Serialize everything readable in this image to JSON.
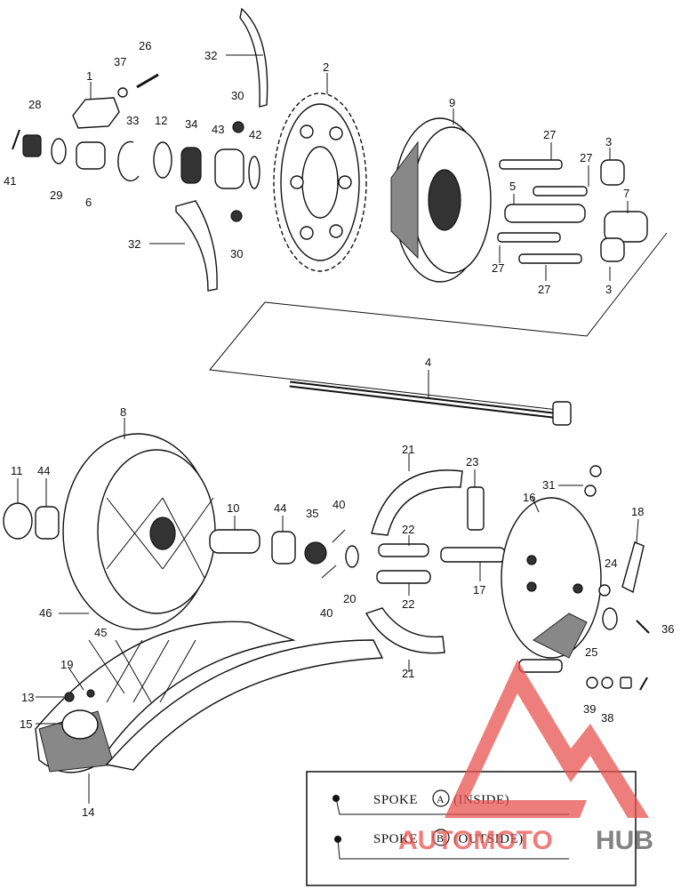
{
  "callouts": {
    "c1": "1",
    "c2": "2",
    "c3a": "3",
    "c3b": "3",
    "c4": "4",
    "c5": "5",
    "c6": "6",
    "c7": "7",
    "c8": "8",
    "c9": "9",
    "c10": "10",
    "c11": "11",
    "c12": "12",
    "c13": "13",
    "c14": "14",
    "c15": "15",
    "c16": "16",
    "c17": "17",
    "c18": "18",
    "c19": "19",
    "c20": "20",
    "c21a": "21",
    "c21b": "21",
    "c22a": "22",
    "c22b": "22",
    "c23": "23",
    "c24": "24",
    "c25": "25",
    "c26": "26",
    "c27a": "27",
    "c27b": "27",
    "c27c": "27",
    "c27d": "27",
    "c28": "28",
    "c29": "29",
    "c30a": "30",
    "c30b": "30",
    "c31": "31",
    "c32a": "32",
    "c32b": "32",
    "c33": "33",
    "c34": "34",
    "c35": "35",
    "c36": "36",
    "c37": "37",
    "c38": "38",
    "c39": "39",
    "c40a": "40",
    "c40b": "40",
    "c41": "41",
    "c42": "42",
    "c43": "43",
    "c44a": "44",
    "c44b": "44",
    "c45": "45",
    "c46": "46"
  },
  "legend": {
    "spoke_a_prefix": "SPOKE",
    "spoke_a_letter": "A",
    "spoke_a_suffix": "(INSIDE)",
    "spoke_b_prefix": "SPOKE",
    "spoke_b_letter": "B",
    "spoke_b_suffix": "(OUTSIDE)"
  },
  "watermark": {
    "text_part1": "AUTOMOTO",
    "text_part2": "HUB",
    "color": "#e8534f"
  }
}
